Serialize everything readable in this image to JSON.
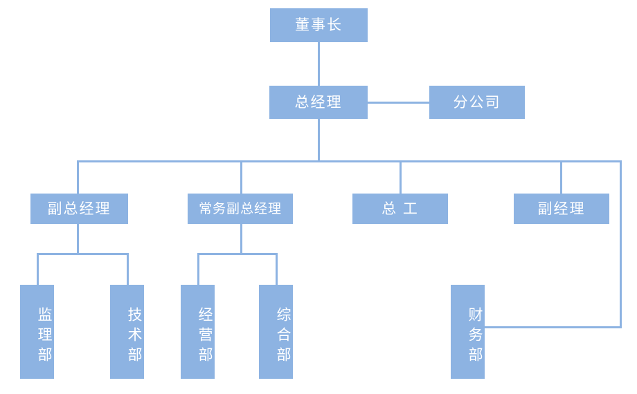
{
  "diagram": {
    "type": "organization-chart",
    "title": "",
    "colors": {
      "node_fill": "#8db3e2",
      "node_text": "#ffffff",
      "connector": "#8db3e2",
      "background": "#ffffff"
    },
    "levels": [
      {
        "level": 1,
        "nodes": [
          {
            "id": "chairman",
            "label": "董事长",
            "orientation": "horizontal"
          }
        ]
      },
      {
        "level": 2,
        "nodes": [
          {
            "id": "general-manager",
            "label": "总经理",
            "orientation": "horizontal"
          },
          {
            "id": "branch-company",
            "label": "分公司",
            "orientation": "horizontal"
          }
        ]
      },
      {
        "level": 3,
        "nodes": [
          {
            "id": "deputy-general-manager",
            "label": "副总经理",
            "orientation": "horizontal"
          },
          {
            "id": "executive-deputy-general-manager",
            "label": "常务副总经理",
            "orientation": "horizontal"
          },
          {
            "id": "chief-engineer",
            "label": "总 工",
            "orientation": "horizontal"
          },
          {
            "id": "deputy-manager",
            "label": "副经理",
            "orientation": "horizontal"
          }
        ]
      },
      {
        "level": 4,
        "nodes": [
          {
            "id": "supervision-department",
            "label": "监理部",
            "orientation": "vertical"
          },
          {
            "id": "technical-department",
            "label": "技术部",
            "orientation": "vertical"
          },
          {
            "id": "business-department",
            "label": "经营部",
            "orientation": "vertical"
          },
          {
            "id": "general-affairs-department",
            "label": "综合部",
            "orientation": "vertical"
          },
          {
            "id": "finance-department",
            "label": "财务部",
            "orientation": "vertical"
          }
        ]
      }
    ],
    "labels": {
      "chairman": "董事长",
      "general_manager": "总经理",
      "branch_company": "分公司",
      "deputy_general_manager": "副总经理",
      "executive_deputy_general_manager": "常务副总经理",
      "chief_engineer": "总 工",
      "deputy_manager": "副经理",
      "supervision_department": "监理部",
      "technical_department": "技术部",
      "business_department": "经营部",
      "general_affairs_department": "综合部",
      "finance_department": "财务部"
    },
    "edges": [
      {
        "from": "chairman",
        "to": "general-manager"
      },
      {
        "from": "general-manager",
        "to": "branch-company"
      },
      {
        "from": "general-manager",
        "to": "deputy-general-manager"
      },
      {
        "from": "general-manager",
        "to": "executive-deputy-general-manager"
      },
      {
        "from": "general-manager",
        "to": "chief-engineer"
      },
      {
        "from": "general-manager",
        "to": "deputy-manager"
      },
      {
        "from": "deputy-general-manager",
        "to": "supervision-department"
      },
      {
        "from": "deputy-general-manager",
        "to": "technical-department"
      },
      {
        "from": "executive-deputy-general-manager",
        "to": "business-department"
      },
      {
        "from": "executive-deputy-general-manager",
        "to": "general-affairs-department"
      },
      {
        "from": "deputy-manager",
        "to": "finance-department"
      }
    ]
  }
}
